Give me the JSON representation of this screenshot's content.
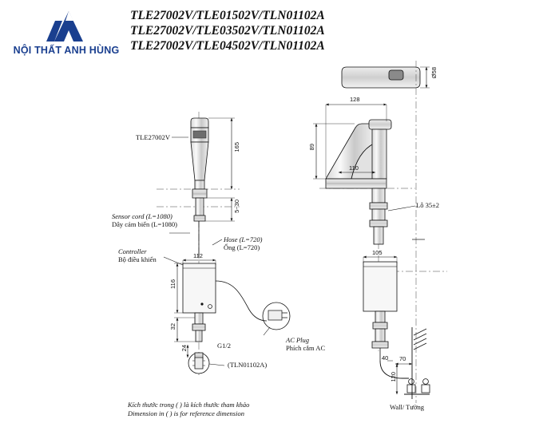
{
  "brand": {
    "name": "NỘI THẤT ANH HÙNG",
    "logo_icon": "mountain-a-logo-icon",
    "color": "#1a3f8f"
  },
  "title": {
    "lines": [
      "TLE27002V/TLE01502V/TLN01102A",
      "TLE27002V/TLE03502V/TLN01102A",
      "TLE27002V/TLE04502V/TLN01102A"
    ]
  },
  "labels": {
    "part_main": "TLE27002V",
    "sensor_cord_en": "Sensor cord (L=1080)",
    "sensor_cord_vi": "Dây cảm biến (L=1080)",
    "hose_en": "Hose (L=720)",
    "hose_vi": "Ống (L=720)",
    "controller_en": "Controller",
    "controller_vi": "Bộ điều khiển",
    "ac_plug_en": "AC Plug",
    "ac_plug_vi": "Phích cắm AC",
    "thread": "G1/2",
    "part_sub": "(TLN01102A)",
    "hole": "Lỗ 35±2",
    "wall": "Wall/ Tường"
  },
  "dimensions": {
    "left_view": {
      "spout_height": "165",
      "base_range": "5~30",
      "controller_width_top": "112",
      "controller_height": "116",
      "controller_foot": "32",
      "tail": "24"
    },
    "center_view": {
      "spout_reach": "128",
      "body_height": "89",
      "body_depth": "110"
    },
    "right_view": {
      "top_dia": "Ø58",
      "controller_width": "105",
      "floor_offset": "70",
      "drop": "120",
      "tick_40": "40"
    }
  },
  "footnote": {
    "line1": "Kích thước trong ( ) là kích thước tham khảo",
    "line2": "Dimension in ( ) is for reference dimension"
  }
}
